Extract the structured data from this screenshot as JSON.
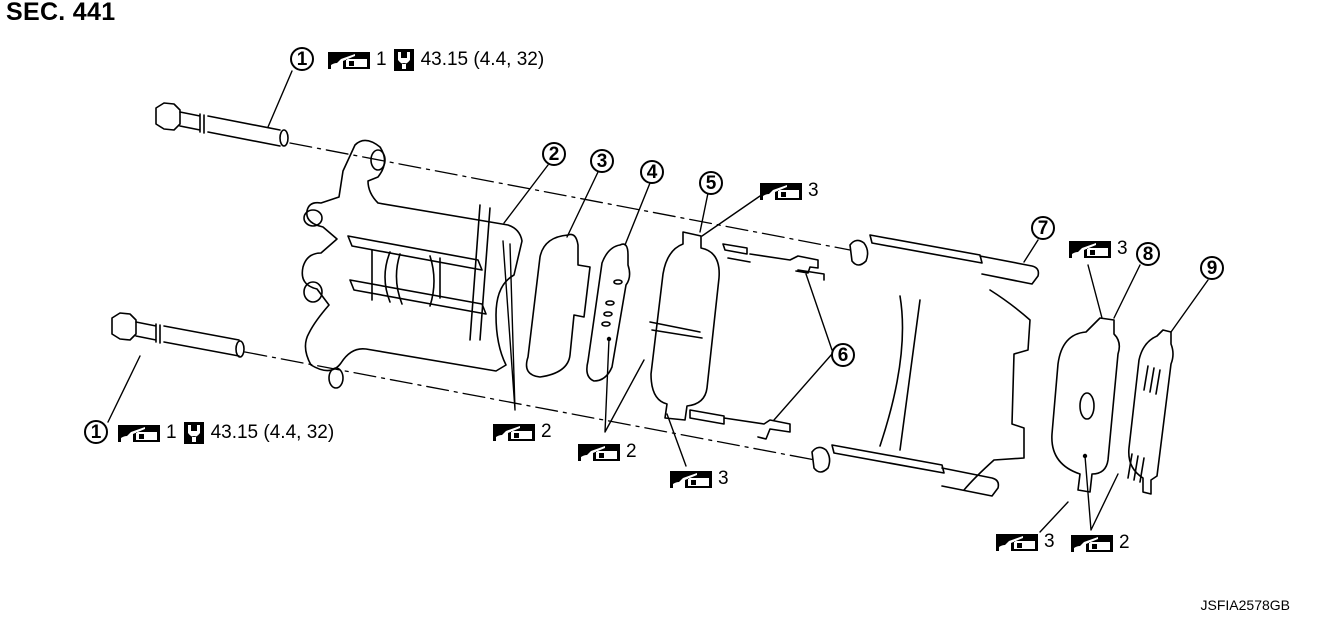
{
  "header": {
    "section": "SEC. 441"
  },
  "footer": {
    "figure_code": "JSFIA2578GB"
  },
  "callouts": [
    "1",
    "1",
    "2",
    "3",
    "4",
    "5",
    "6",
    "7",
    "8",
    "9"
  ],
  "specs": {
    "bolt_top": {
      "grease_qty": "1",
      "torque": "43.15 (4.4, 32)",
      "grease_icon": "grease-application-icon",
      "torque_icon": "tightening-torque-icon"
    },
    "bolt_bottom": {
      "grease_qty": "1",
      "torque": "43.15 (4.4, 32)"
    },
    "caliper_grease": {
      "qty": "2"
    },
    "shim_grease": {
      "qty": "2"
    },
    "pad_inner_top": {
      "qty": "3"
    },
    "pad_inner_bottom": {
      "qty": "3"
    },
    "pad_outer_top": {
      "qty": "3"
    },
    "pad_outer_bottom": {
      "qty": "3"
    },
    "pad_outer_shim": {
      "qty": "2"
    }
  },
  "colors": {
    "ink": "#000000",
    "paper": "#ffffff"
  }
}
